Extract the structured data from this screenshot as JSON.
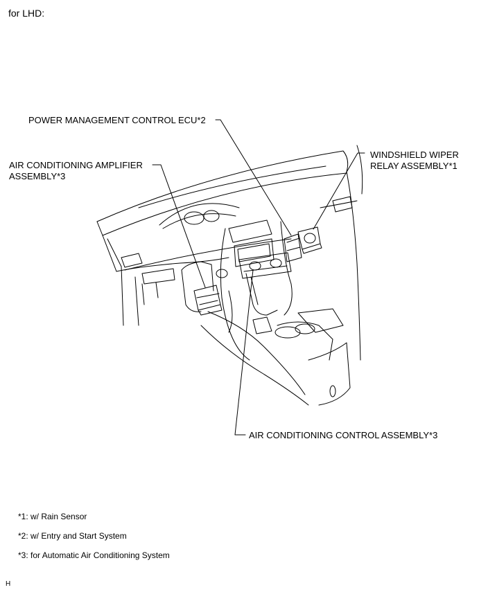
{
  "header": {
    "title": "for LHD:"
  },
  "callouts": {
    "power_ecu": "POWER MANAGEMENT CONTROL ECU*2",
    "ac_amplifier_line1": "AIR CONDITIONING AMPLIFIER",
    "ac_amplifier_line2": "ASSEMBLY*3",
    "wiper_relay_line1": "WINDSHIELD WIPER",
    "wiper_relay_line2": "RELAY ASSEMBLY*1",
    "ac_control": "AIR CONDITIONING CONTROL ASSEMBLY*3"
  },
  "notes": [
    "*1: w/ Rain Sensor",
    "*2: w/ Entry and Start System",
    "*3: for Automatic Air Conditioning System"
  ],
  "figure_code": "H"
}
